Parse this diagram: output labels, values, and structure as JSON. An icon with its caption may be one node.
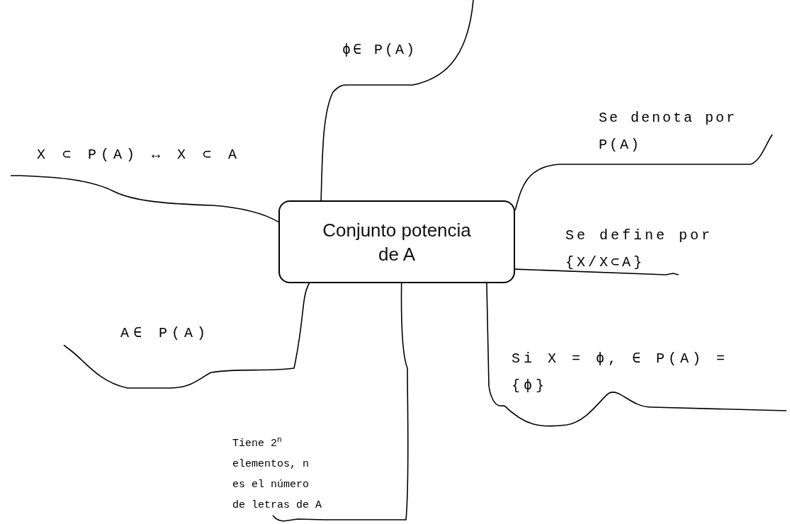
{
  "diagram": {
    "nodes": [
      {
        "text": [
          "Conjunto potencia de A"
        ]
      },
      {
        "text": [
          "ϕ∈ P(A)"
        ]
      },
      {
        "text": [
          "Se denota por P(A)"
        ]
      },
      {
        "text": [
          "X ⊂ P(A) ↔ X ⊂ A"
        ]
      },
      {
        "text": [
          "Se define por {X/X⊂A}"
        ]
      },
      {
        "text": [
          "A∈ P(A)"
        ]
      },
      {
        "text": [
          "Si X = ϕ, ∈ P(A) = {ϕ}"
        ]
      },
      {
        "text": [
          "Tiene 2$^{n}$ elementos, n es el número de letras de A"
        ]
      }
    ],
    "edges": [
      {
        "from": 0,
        "to": 1,
        "arrow": "none"
      },
      {
        "from": 0,
        "to": 2,
        "arrow": "none"
      },
      {
        "from": 0,
        "to": 3,
        "arrow": "none"
      },
      {
        "from": 0,
        "to": 4,
        "arrow": "none"
      },
      {
        "from": 0,
        "to": 5,
        "arrow": "none"
      },
      {
        "from": 0,
        "to": 6,
        "arrow": "none"
      },
      {
        "from": 0,
        "to": 7,
        "arrow": "none"
      }
    ]
  }
}
